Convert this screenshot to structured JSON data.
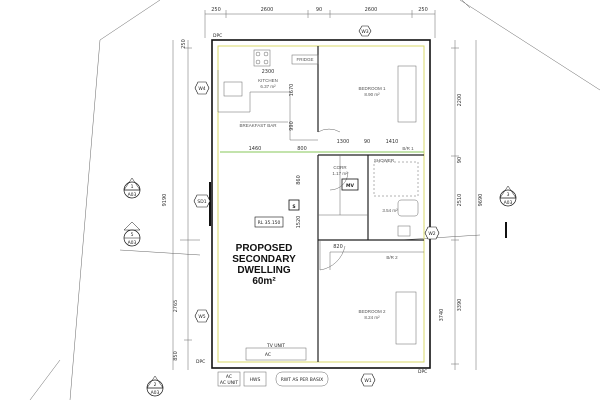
{
  "top_dims": [
    "250",
    "2600",
    "90",
    "2600",
    "250"
  ],
  "left_dims": [
    "250",
    "9190",
    "2765",
    "850"
  ],
  "right_dims": [
    "2200",
    "90",
    "2510",
    "9690",
    "3390",
    "3740"
  ],
  "inner_dims": {
    "d1300": "1300",
    "d90": "90",
    "d1410": "1410",
    "d1460": "1460",
    "d800": "800",
    "d860": "860",
    "d1520": "1520",
    "d820": "820",
    "d2300": "2300",
    "d1670": "1670",
    "d990": "990"
  },
  "rooms": {
    "kitchen_name": "KITCHEN",
    "kitchen_area": "6.37 m²",
    "bed1_name": "BEDROOM 1",
    "bed1_area": "8.90 m²",
    "bed2_name": "BEDROOM 2",
    "bed2_area": "8.24 m²",
    "bath_name": "SHOWER",
    "bath_area": "3.54 m²",
    "cord_name": "CORR",
    "cord_area": "1.17 m²",
    "breakfast": "BREAKFAST BAR",
    "fridge": "FRIDGE"
  },
  "labels": {
    "wir1": "B/R 1",
    "wir2": "B/R 2",
    "mv": "MV",
    "s": "S",
    "rl": "RL 35.150",
    "dpc": "DPC",
    "tv": "TV UNIT",
    "ac": "AC",
    "ac_unit": "AC UNIT",
    "hws": "HWS",
    "rwt": "RWT AS PER BASIX"
  },
  "title_lines": [
    "PROPOSED",
    "SECONDARY",
    "DWELLING",
    "60m²"
  ],
  "window_tags": [
    "W3",
    "W4",
    "SD1",
    "W5",
    "W2",
    "W1"
  ],
  "section_markers": [
    {
      "num": "1",
      "sheet": "A03"
    },
    {
      "num": "3",
      "sheet": "A03"
    },
    {
      "num": "5",
      "sheet": "A03"
    },
    {
      "num": "2",
      "sheet": "A03"
    }
  ]
}
